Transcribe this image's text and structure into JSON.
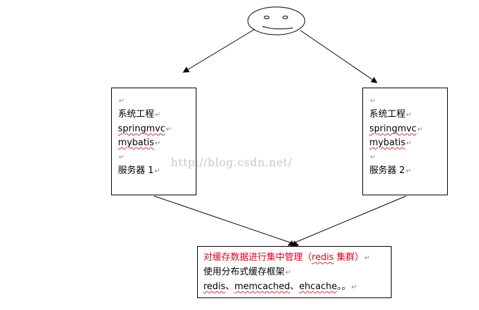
{
  "server_left": {
    "lines": [
      "系统工程",
      "springmvc",
      "mybatis",
      "服务器 1"
    ]
  },
  "server_right": {
    "lines": [
      "系统工程",
      "springmvc",
      "mybatis",
      "服务器 2"
    ]
  },
  "cache_box": {
    "line1_before": "对缓存数据进行集中管理（",
    "line1_redis": "redis",
    "line1_after": " 集群）",
    "line2": "使用分布式缓存框架",
    "line3_redis": "redis",
    "line3_sep1": "、",
    "line3_memcached": "memcached",
    "line3_sep2": "、",
    "line3_ehcache": "ehcache",
    "line3_tail": "。。"
  },
  "paragraph_mark": "↵",
  "watermark": "http://blog.csdn.net/",
  "colors": {
    "stroke": "#000000",
    "highlight_text": "#e00020",
    "spellcheck_underline": "#e0303a",
    "watermark": "#c8c8c8"
  },
  "icons": {
    "user": "smiley-face-icon"
  }
}
